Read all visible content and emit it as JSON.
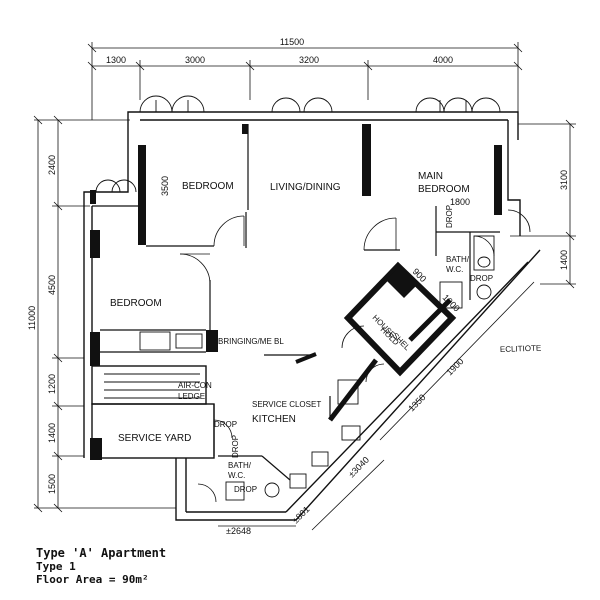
{
  "dimensions": {
    "top_overall": "11500",
    "top_segments": [
      "1300",
      "3000",
      "3200",
      "4000"
    ],
    "left_overall": "11000",
    "left_segments": [
      "2400",
      "4500",
      "1200",
      "1400",
      "1500"
    ],
    "right_segments": [
      "3100",
      "1400"
    ],
    "interior": {
      "bedroom_depth": "3500",
      "main_bath_width": "1800",
      "household_shelter": "900",
      "household_shelter_2": "1000",
      "diag_1": "1900",
      "diag_2": "1350",
      "diag_3": "±3040",
      "diag_4": "±801",
      "bottom": "±2648"
    }
  },
  "rooms": {
    "bedroom_top": "BEDROOM",
    "living_dining": "LIVING/DINING",
    "main_bedroom_line1": "MAIN",
    "main_bedroom_line2": "BEDROOM",
    "bedroom_left": "BEDROOM",
    "household_shelter_line1": "HOUSE-",
    "household_shelter_line2": "HOLD",
    "household_shelter_line3": "SHEL",
    "aircon_ledge_line1": "AIR-CON",
    "aircon_ledge_line2": "LEDGE",
    "service_yard": "SERVICE YARD",
    "service_closet": "SERVICE CLOSET",
    "kitchen": "KITCHEN",
    "bath_wc_top_line1": "BATH/",
    "bath_wc_top_line2": "W.C.",
    "bath_wc_bottom_line1": "BATH/",
    "bath_wc_bottom_line2": "W.C.",
    "drop": "DROP",
    "mirrored_label": "ECLITIOTE",
    "mirrored_label_2": "BRINGING/ME BL"
  },
  "caption": {
    "title": "Type 'A' Apartment",
    "type": "Type 1",
    "floor_area": "Floor Area = 90m²"
  }
}
